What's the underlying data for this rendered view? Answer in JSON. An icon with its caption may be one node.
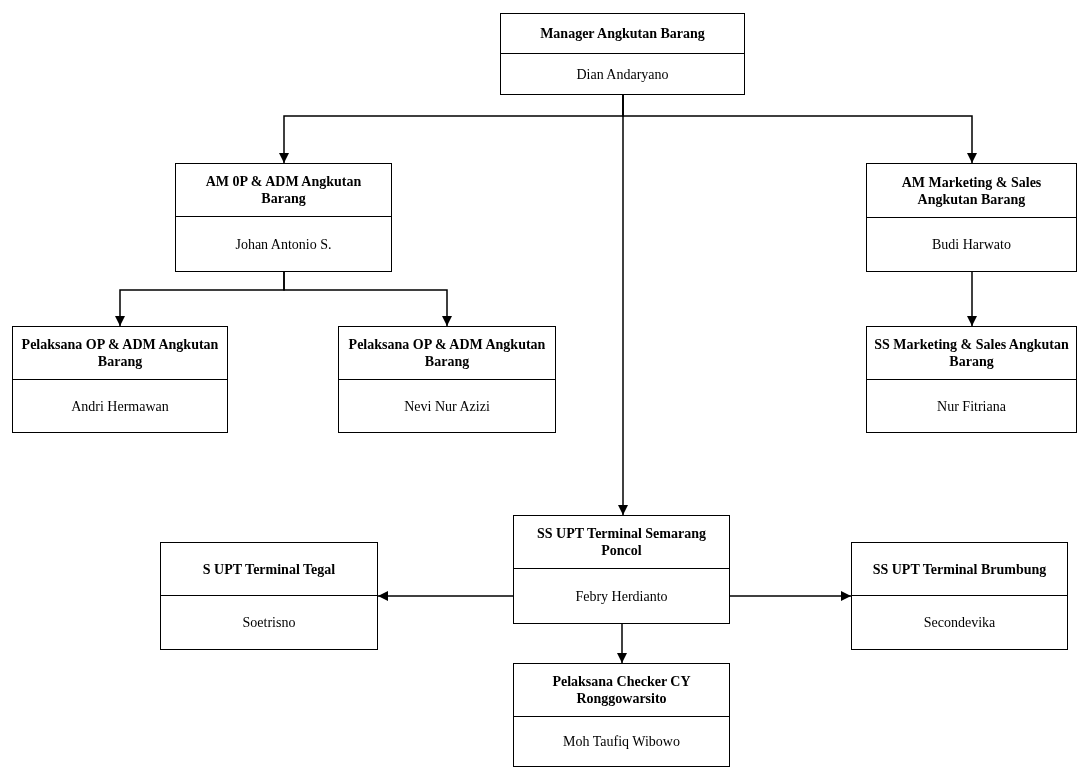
{
  "diagram": {
    "nodes": [
      {
        "text": [
          "Manager Angkutan Barang",
          "Dian Andaryano"
        ]
      },
      {
        "text": [
          "AM 0P & ADM Angkutan Barang",
          "Johan Antonio S."
        ]
      },
      {
        "text": [
          "AM Marketing & Sales Angkutan Barang",
          "Budi Harwato"
        ]
      },
      {
        "text": [
          "Pelaksana OP & ADM Angkutan Barang",
          "Andri Hermawan"
        ]
      },
      {
        "text": [
          "Pelaksana OP & ADM Angkutan Barang",
          "Nevi Nur Azizi"
        ]
      },
      {
        "text": [
          "SS Marketing & Sales Angkutan Barang",
          "Nur Fitriana"
        ]
      },
      {
        "text": [
          "SS UPT Terminal Semarang Poncol",
          "Febry Herdianto"
        ]
      },
      {
        "text": [
          "S UPT Terminal Tegal",
          "Soetrisno"
        ]
      },
      {
        "text": [
          "SS UPT Terminal Brumbung",
          "Secondevika"
        ]
      },
      {
        "text": [
          "Pelaksana Checker CY Ronggowarsito",
          "Moh Taufiq Wibowo"
        ]
      }
    ],
    "edges": [
      {
        "from": 0,
        "to": 1,
        "arrow": "to"
      },
      {
        "from": 0,
        "to": 2,
        "arrow": "to"
      },
      {
        "from": 0,
        "to": 6,
        "arrow": "to"
      },
      {
        "from": 1,
        "to": 3,
        "arrow": "to"
      },
      {
        "from": 1,
        "to": 4,
        "arrow": "to"
      },
      {
        "from": 2,
        "to": 5,
        "arrow": "to"
      },
      {
        "from": 6,
        "to": 7,
        "arrow": "to"
      },
      {
        "from": 6,
        "to": 8,
        "arrow": "to"
      },
      {
        "from": 6,
        "to": 9,
        "arrow": "to"
      }
    ]
  }
}
